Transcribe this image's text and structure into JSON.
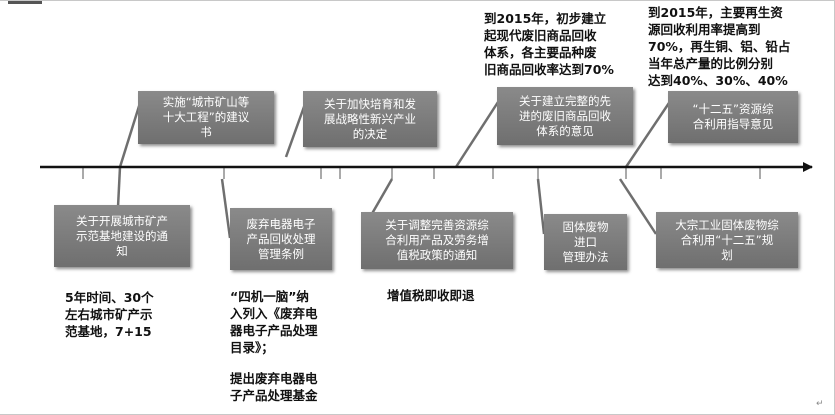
{
  "timeline": {
    "top_boxes": [
      {
        "name": "box-city-mine",
        "text": "实施“城市矿山等\n十大工程”的建议\n书"
      },
      {
        "name": "box-emerging-industry",
        "text": "关于加快培育和发\n展战略性新兴产业\n的决定"
      },
      {
        "name": "box-recycling-system",
        "text": "关于建立完整的先\n进的废旧商品回收\n体系的意见"
      },
      {
        "name": "box-12th-resource",
        "text": "“十二五”资源综\n合利用指导意见"
      }
    ],
    "bottom_boxes": [
      {
        "name": "box-demo-base",
        "text": "关于开展城市矿产\n示范基地建设的通\n知"
      },
      {
        "name": "box-e-waste-regulation",
        "text": "废弃电器电子\n产品回收处理\n管理条例"
      },
      {
        "name": "box-vat-policy",
        "text": "关于调整完善资源综\n合利用产品及劳务增\n值税政策的通知"
      },
      {
        "name": "box-solid-waste",
        "text": "固体废物\n进口\n管理办法"
      },
      {
        "name": "box-industrial-solid-waste",
        "text": "大宗工业固体废物综\n合利用“十二五”规\n划"
      }
    ],
    "notes": [
      {
        "name": "note-recycling-2015",
        "text": "到2015年，初步建立\n起现代废旧商品回收\n体系，各主要品种废\n旧商品回收率达到70%"
      },
      {
        "name": "note-metals-2015",
        "text": "到2015年，主要再生资\n源回收利用率提高到\n70%，再生铜、铝、铅占\n当年总产量的比例分别\n达到40%、30%、40%"
      },
      {
        "name": "note-demo-base",
        "text": "5年时间、30个\n左右城市矿产示\n范基地，7+15"
      },
      {
        "name": "note-four-machines",
        "text": "“四机一脑”纳\n入列入《废弃电\n器电子产品处理\n目录》；"
      },
      {
        "name": "note-fund",
        "text": "提出废弃电器电\n子产品处理基金"
      },
      {
        "name": "note-vat-refund",
        "text": "增值税即收即退"
      }
    ],
    "end_mark": "↵"
  }
}
